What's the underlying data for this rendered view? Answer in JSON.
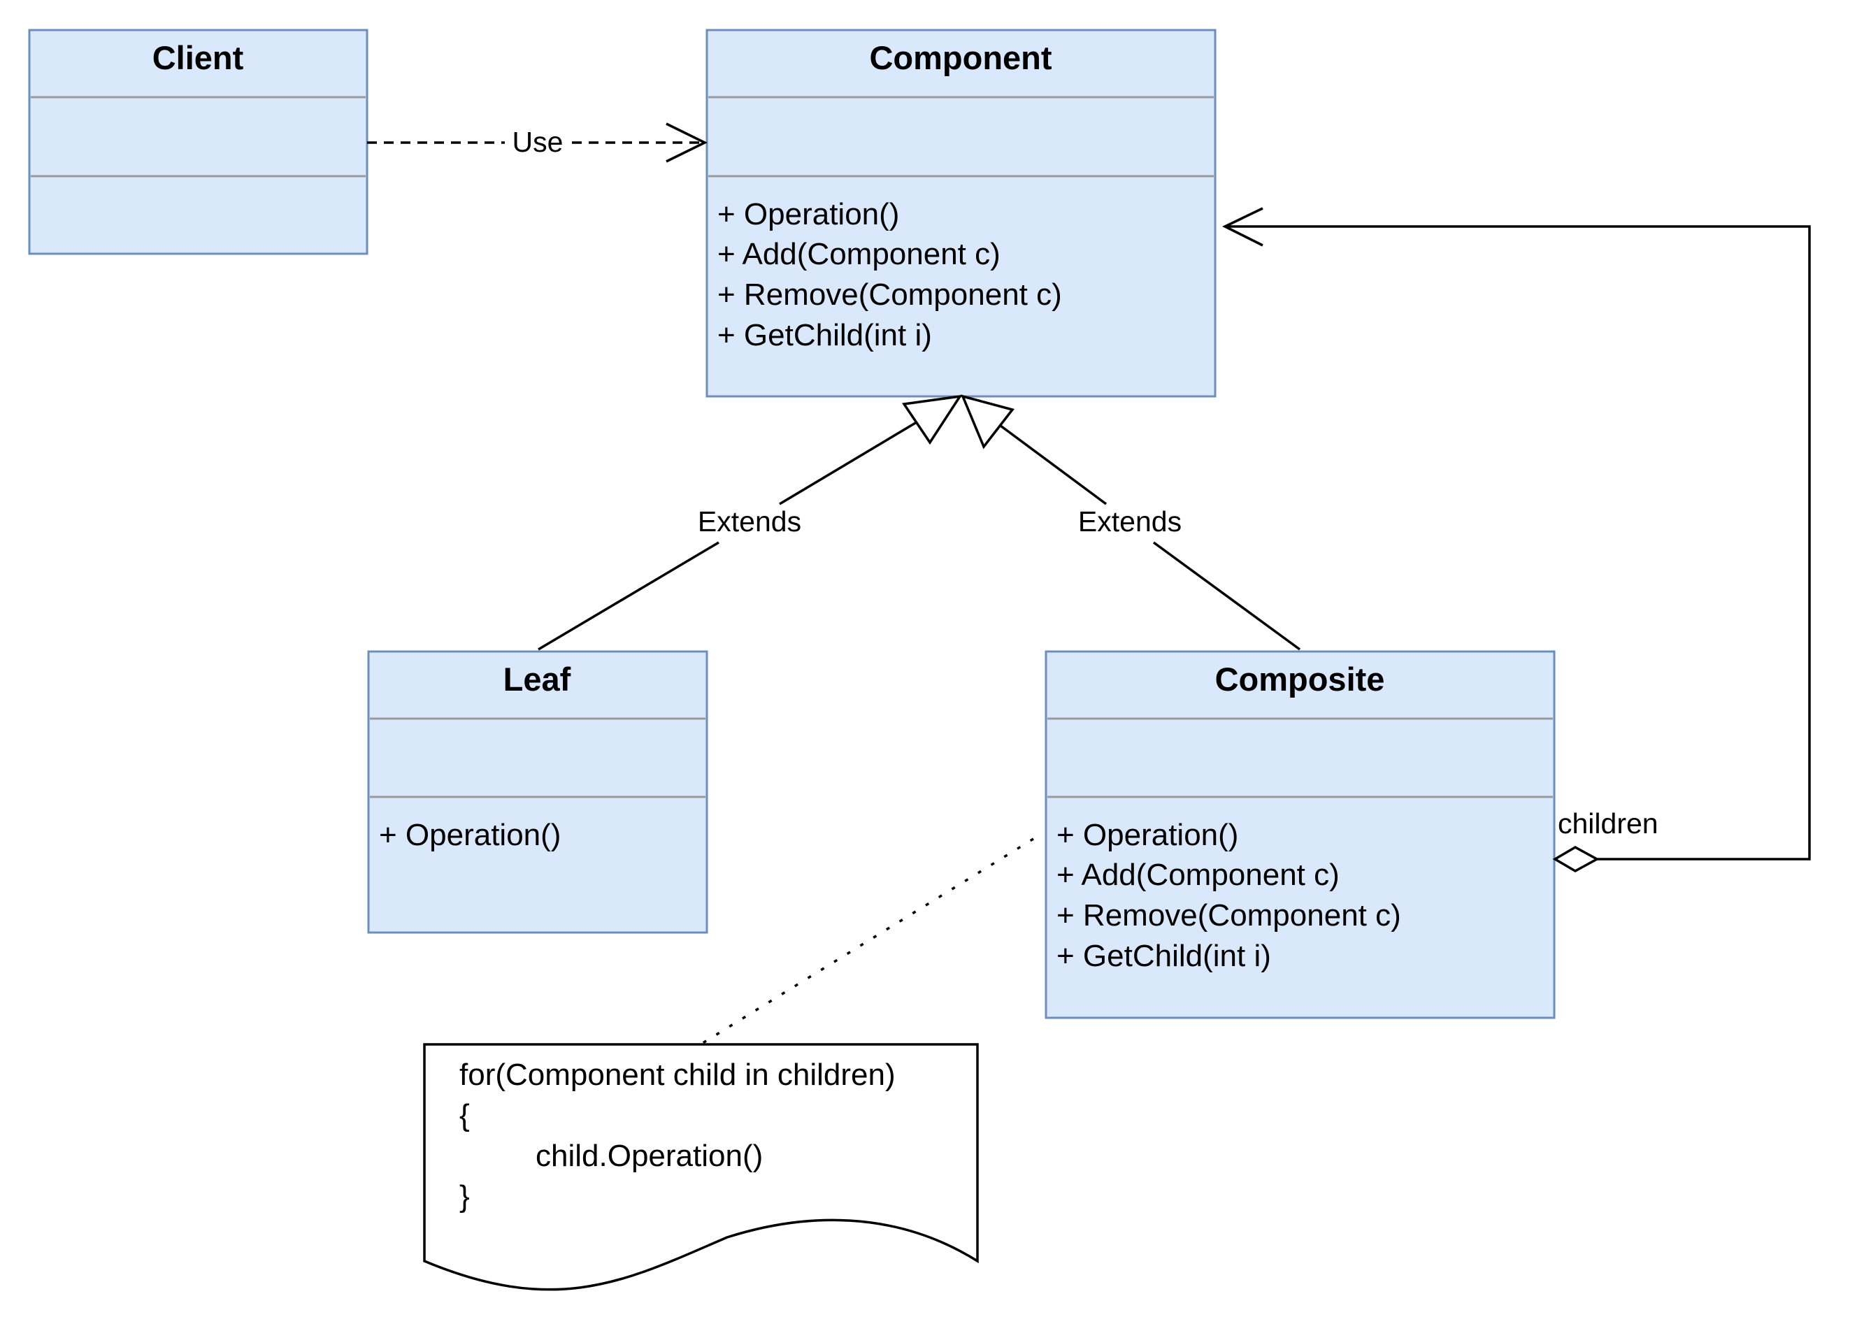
{
  "classes": {
    "client": {
      "name": "Client",
      "methods": []
    },
    "component": {
      "name": "Component",
      "methods": [
        "+ Operation()",
        "+ Add(Component c)",
        "+ Remove(Component c)",
        "+ GetChild(int i)"
      ]
    },
    "leaf": {
      "name": "Leaf",
      "methods": [
        "+ Operation()"
      ]
    },
    "composite": {
      "name": "Composite",
      "methods": [
        "+ Operation()",
        "+ Add(Component c)",
        "+ Remove(Component c)",
        "+ GetChild(int i)"
      ]
    }
  },
  "relations": {
    "use_label": "Use",
    "extends_leaf_label": "Extends",
    "extends_composite_label": "Extends",
    "aggregation_label": "children"
  },
  "note": {
    "lines": [
      "for(Component child in children)",
      "{",
      "child.Operation()",
      "}"
    ]
  },
  "colors": {
    "class_fill": "#dae8fc",
    "class_stroke": "#6c8ebf",
    "divider": "#9a9a9a"
  }
}
